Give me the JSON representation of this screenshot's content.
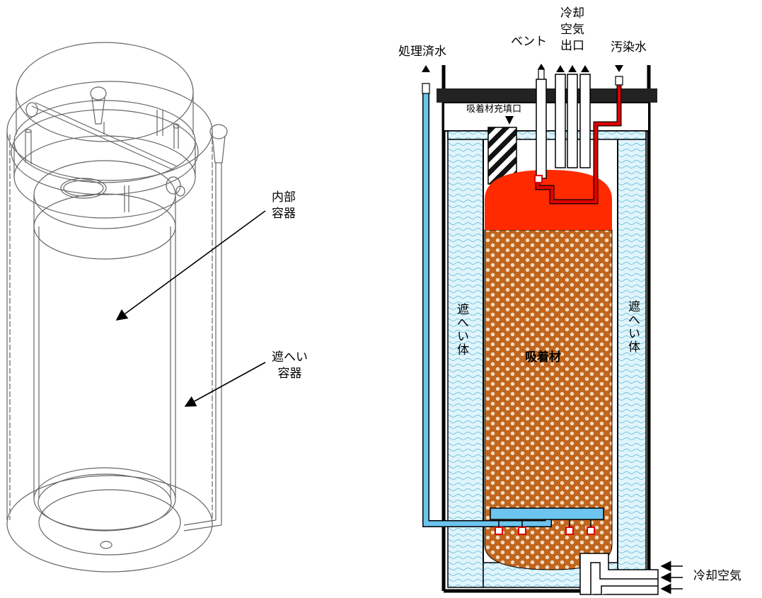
{
  "left_figure": {
    "inner_container_label": [
      "内部",
      "容器"
    ],
    "shield_container_label": [
      "遮へい",
      "容器"
    ]
  },
  "right_figure": {
    "treated_water": "処理済水",
    "vent": "ベント",
    "cooling_air_outlet": [
      "冷却",
      "空気",
      "出口"
    ],
    "contaminated_water": "汚染水",
    "adsorbent_fill_port": "吸着材充填口",
    "shield_body_left": "遮へい体",
    "shield_body_right": "遮へい体",
    "adsorbent": "吸着材",
    "cooling_air": "冷却空気"
  },
  "colors": {
    "adsorbent_fill": "#c2661c",
    "hot_zone": "#ff2a00",
    "shield_water": "#dff4fb",
    "treated_pipe": "#6cc4ef",
    "contaminated_pipe": "#e00000"
  }
}
